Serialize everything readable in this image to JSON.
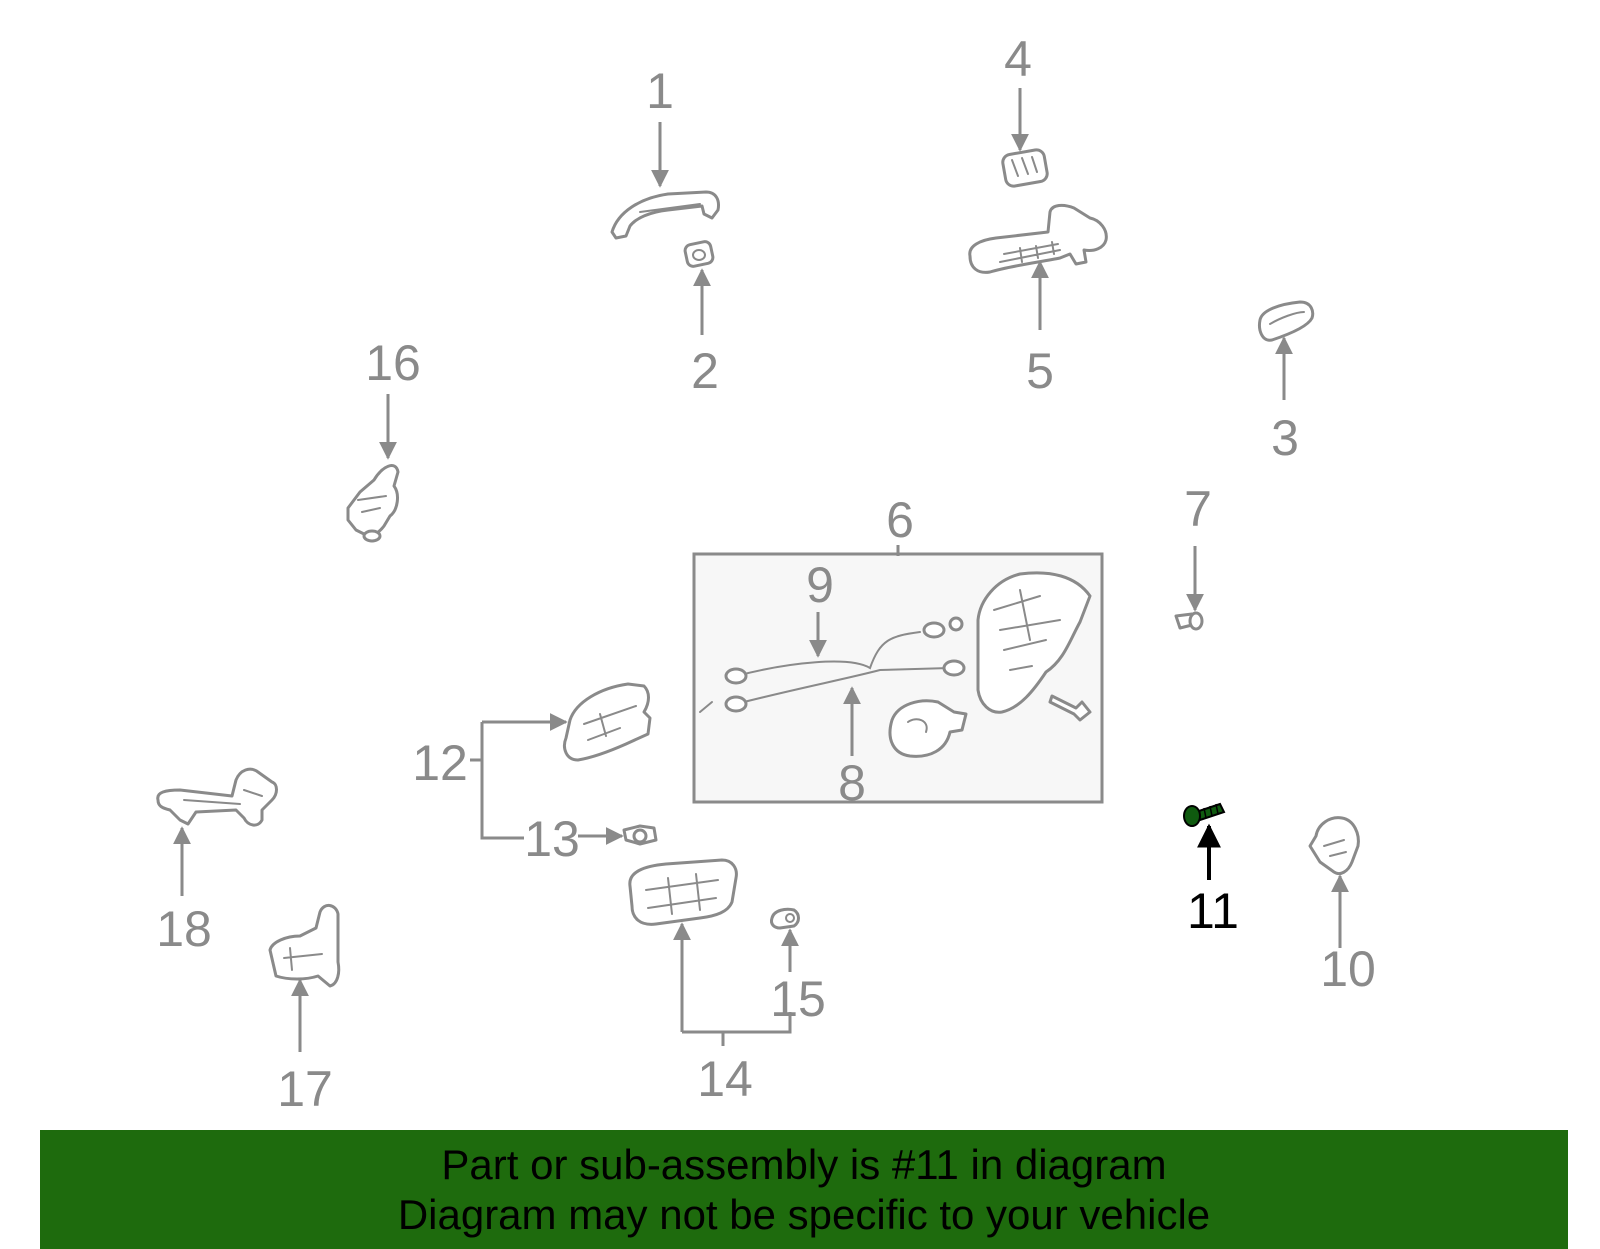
{
  "colors": {
    "background": "#ffffff",
    "line_art": "#8a8a8a",
    "highlight": "#000000",
    "highlight_part_fill": "#0f5a0f",
    "banner": "#1e6b0d",
    "banner_text": "#000000"
  },
  "diagram": {
    "highlighted_part": "11",
    "labels": {
      "p1": "1",
      "p2": "2",
      "p3": "3",
      "p4": "4",
      "p5": "5",
      "p6": "6",
      "p7": "7",
      "p8": "8",
      "p9": "9",
      "p10": "10",
      "p11": "11",
      "p12": "12",
      "p13": "13",
      "p14": "14",
      "p15": "15",
      "p16": "16",
      "p17": "17",
      "p18": "18"
    }
  },
  "banner": {
    "line1": "Part or sub-assembly is #11 in diagram",
    "line2": "Diagram may not be specific to your vehicle"
  }
}
